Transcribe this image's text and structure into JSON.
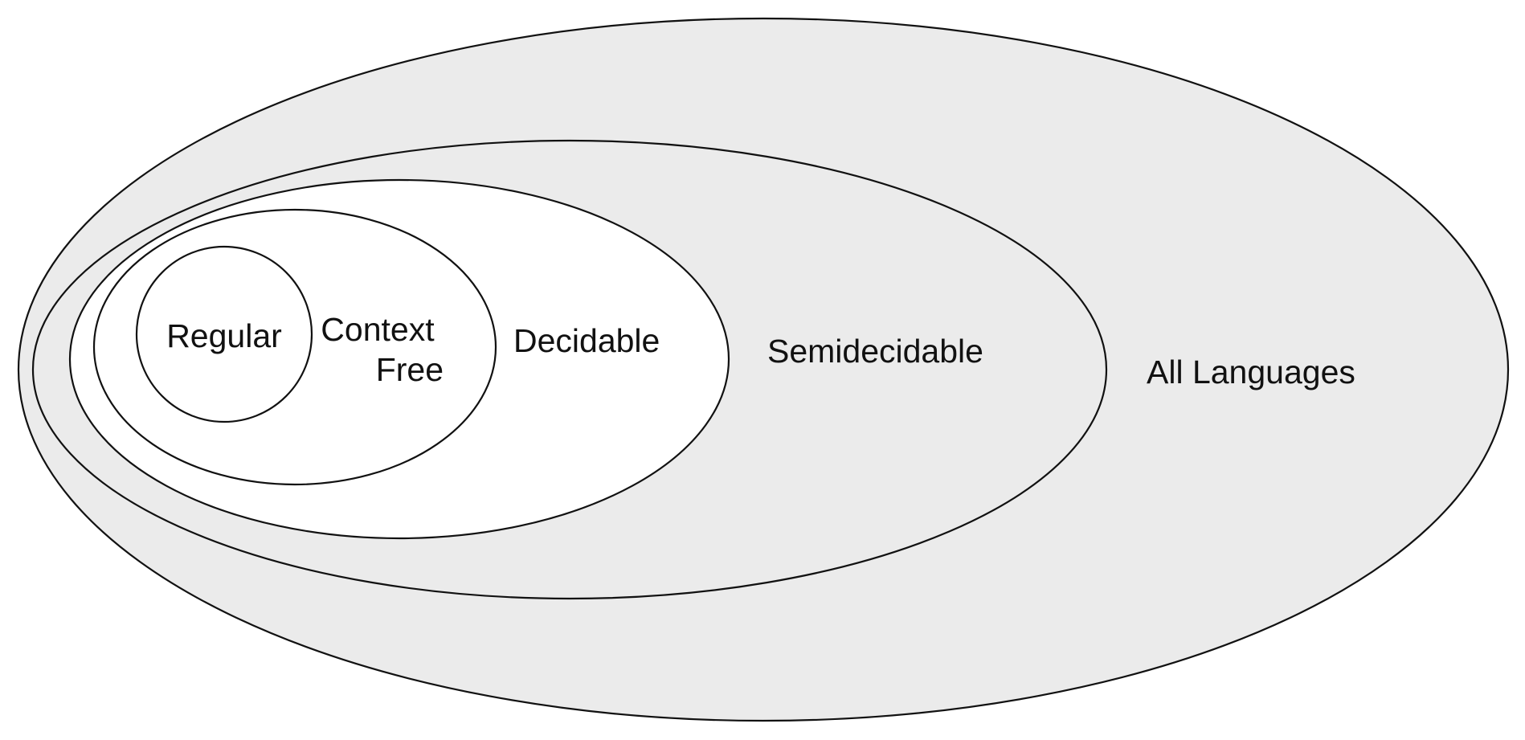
{
  "diagram": {
    "type": "nested-sets",
    "colors": {
      "outer_fill": "#ebebeb",
      "inner_fill": "#ffffff",
      "stroke": "#111111",
      "text": "#111111"
    },
    "regions": [
      {
        "id": "all-languages",
        "label_lines": [
          "All Languages"
        ],
        "fill": "outer_fill"
      },
      {
        "id": "semidecidable",
        "label_lines": [
          "Semidecidable"
        ],
        "fill": "outer_fill"
      },
      {
        "id": "decidable",
        "label_lines": [
          "Decidable"
        ],
        "fill": "inner_fill"
      },
      {
        "id": "context-free",
        "label_lines": [
          "Context",
          "Free"
        ],
        "fill": "inner_fill"
      },
      {
        "id": "regular",
        "label_lines": [
          "Regular"
        ],
        "fill": "inner_fill"
      }
    ]
  }
}
